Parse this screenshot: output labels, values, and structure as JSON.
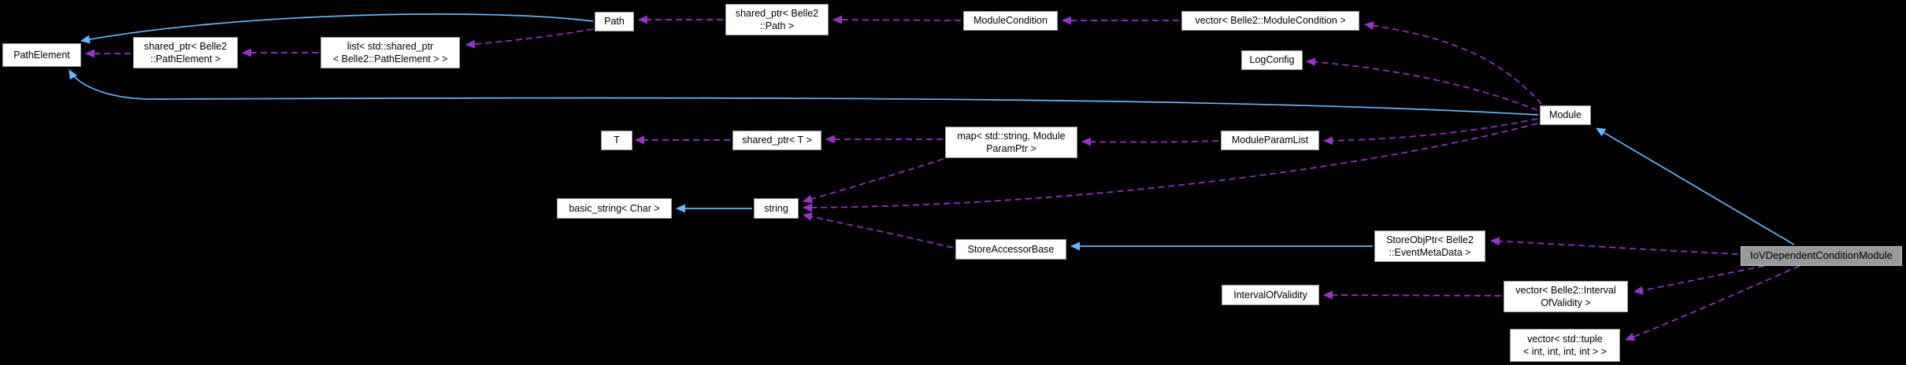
{
  "diagram": {
    "kind": "doxygen-collaboration-graph",
    "selected_class": "IoVDependentConditionModule",
    "colors": {
      "background": "#000000",
      "inheritance_edge": "#63b8ff",
      "usage_edge": "#9a32cd",
      "node_fill": "#ffffff",
      "node_border": "#9a9a9a",
      "selected_node_fill": "#97999c",
      "node_text": "#000000"
    },
    "nodes": [
      {
        "id": "pathelement",
        "label": "PathElement",
        "selected": false
      },
      {
        "id": "sharedptr-pathelement",
        "label": "shared_ptr< Belle2\n::PathElement >",
        "selected": false
      },
      {
        "id": "list-sharedptr",
        "label": "list< std::shared_ptr\n< Belle2::PathElement > >",
        "selected": false
      },
      {
        "id": "path",
        "label": "Path",
        "selected": false
      },
      {
        "id": "sharedptr-path",
        "label": "shared_ptr< Belle2\n::Path >",
        "selected": false
      },
      {
        "id": "modulecondition",
        "label": "ModuleCondition",
        "selected": false
      },
      {
        "id": "vector-modulecondition",
        "label": "vector< Belle2::ModuleCondition >",
        "selected": false
      },
      {
        "id": "logconfig",
        "label": "LogConfig",
        "selected": false
      },
      {
        "id": "module",
        "label": "Module",
        "selected": false
      },
      {
        "id": "t",
        "label": "T",
        "selected": false
      },
      {
        "id": "sharedptr-t",
        "label": "shared_ptr< T >",
        "selected": false
      },
      {
        "id": "map-moduleparamptr",
        "label": "map< std::string, Module\nParamPtr >",
        "selected": false
      },
      {
        "id": "moduleparamlist",
        "label": "ModuleParamList",
        "selected": false
      },
      {
        "id": "basic-string",
        "label": "basic_string< Char >",
        "selected": false
      },
      {
        "id": "string",
        "label": "string",
        "selected": false
      },
      {
        "id": "storeaccessorbase",
        "label": "StoreAccessorBase",
        "selected": false
      },
      {
        "id": "storeobjptr",
        "label": "StoreObjPtr< Belle2\n::EventMetaData >",
        "selected": false
      },
      {
        "id": "intervalofvalidity",
        "label": "IntervalOfValidity",
        "selected": false
      },
      {
        "id": "vector-iov",
        "label": "vector< Belle2::Interval\nOfValidity >",
        "selected": false
      },
      {
        "id": "vector-tuple",
        "label": "vector< std::tuple\n< int, int, int, int > >",
        "selected": false
      },
      {
        "id": "iovdependentconditionmodule",
        "label": "IoVDependentConditionModule",
        "selected": true
      }
    ],
    "edges": [
      {
        "from": "path",
        "to": "pathelement",
        "type": "inheritance"
      },
      {
        "from": "module",
        "to": "pathelement",
        "type": "inheritance"
      },
      {
        "from": "storeobjptr",
        "to": "storeaccessorbase",
        "type": "inheritance"
      },
      {
        "from": "iovdependentconditionmodule",
        "to": "module",
        "type": "inheritance"
      },
      {
        "from": "sharedptr-pathelement",
        "to": "pathelement",
        "type": "usage"
      },
      {
        "from": "list-sharedptr",
        "to": "sharedptr-pathelement",
        "type": "usage"
      },
      {
        "from": "path",
        "to": "list-sharedptr",
        "type": "usage"
      },
      {
        "from": "sharedptr-path",
        "to": "path",
        "type": "usage"
      },
      {
        "from": "modulecondition",
        "to": "sharedptr-path",
        "type": "usage"
      },
      {
        "from": "vector-modulecondition",
        "to": "modulecondition",
        "type": "usage"
      },
      {
        "from": "module",
        "to": "vector-modulecondition",
        "type": "usage"
      },
      {
        "from": "module",
        "to": "logconfig",
        "type": "usage"
      },
      {
        "from": "module",
        "to": "moduleparamlist",
        "type": "usage"
      },
      {
        "from": "moduleparamlist",
        "to": "map-moduleparamptr",
        "type": "usage"
      },
      {
        "from": "map-moduleparamptr",
        "to": "sharedptr-t",
        "type": "usage"
      },
      {
        "from": "sharedptr-t",
        "to": "t",
        "type": "usage"
      },
      {
        "from": "map-moduleparamptr",
        "to": "string",
        "type": "usage"
      },
      {
        "from": "module",
        "to": "string",
        "type": "usage"
      },
      {
        "from": "storeaccessorbase",
        "to": "string",
        "type": "usage"
      },
      {
        "from": "string",
        "to": "basic-string",
        "type": "inheritance"
      },
      {
        "from": "iovdependentconditionmodule",
        "to": "storeobjptr",
        "type": "usage"
      },
      {
        "from": "iovdependentconditionmodule",
        "to": "vector-iov",
        "type": "usage"
      },
      {
        "from": "vector-iov",
        "to": "intervalofvalidity",
        "type": "usage"
      },
      {
        "from": "iovdependentconditionmodule",
        "to": "vector-tuple",
        "type": "usage"
      }
    ]
  }
}
